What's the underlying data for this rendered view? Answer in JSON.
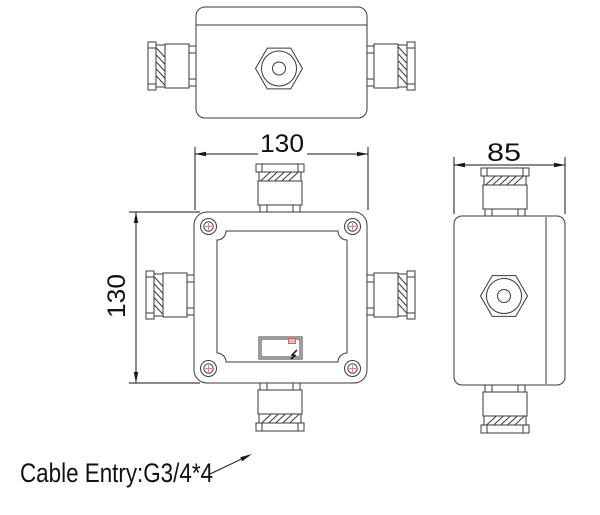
{
  "drawing": {
    "dimensions": {
      "front_width": "130",
      "front_height": "130",
      "side_width": "85"
    },
    "annotations": {
      "cable_entry": "Cable Entry:G3/4*4"
    },
    "colors": {
      "line": "#3a3a3a",
      "dimension_line": "#161616",
      "screw_center_cross": "#f08080",
      "nameplate_accent": "#e06666",
      "background": "#ffffff"
    }
  }
}
